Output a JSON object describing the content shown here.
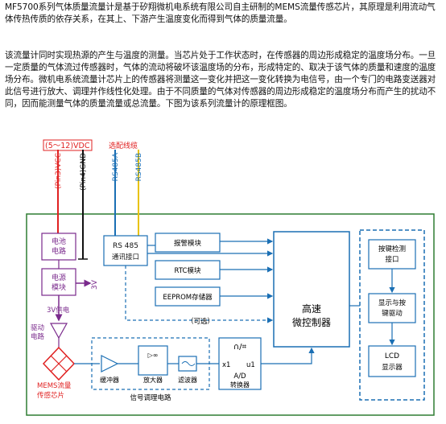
{
  "text": {
    "para1": "MF5700系列气体质量流量计是基于矽翔微机电系统有限公司自主研制的MEMS流量传感芯片，其原理是利用流动气体传热传质的依存关系，在其上、下游产生温度变化而得到气体的质量流量。",
    "para2": "该流量计同时实现热源的产生与温度的测量。当芯片处于工作状态时，在传感器的周边形成稳定的温度场分布。一旦一定质量的气体流过传感器时，气体的流动将破坏该温度场的分布，形成特定的、取决于该气体的质量和速度的温度场分布。微机电系统流量计芯片上的传感器将测量这一变化并把这一变化转换为电信号，由一个专门的电路变送器对此信号进行放大、调理并作线性化处理。由于不同质量的气体对传感器的周边形成稳定的温度场分布而产生的扰动不同，因而能测量气体的质量流量或总流量。下图为该系列流量计的原理框图。"
  },
  "diagram": {
    "power_label": "(5～12)VDC",
    "cable_label": "选配线缆",
    "wires": [
      "(Pin3)VCC",
      "(Pin4)GND",
      "RS485A",
      "RS485B"
    ],
    "battery": "电池电路",
    "power_module": "电源模块",
    "v3": "3V",
    "v3_supply": "3V供电",
    "drive": "驱动电路",
    "mems": "MEMS流量传感芯片",
    "rs485": "RS 485",
    "rs485_sub": "通讯接口",
    "alarm": "报警模块",
    "rtc": "RTC模块",
    "eeprom": "EEPROM存储器",
    "optional": "（可选）",
    "mcu1": "高速",
    "mcu2": "微控制器",
    "key1": "按键检测",
    "key2": "接口",
    "disp1": "显示与按",
    "disp2": "键驱动",
    "lcd1": "LCD",
    "lcd2": "显示器",
    "buffer": "缓冲器",
    "amp": "放大器",
    "filter": "滤波器",
    "ad1": "A/D",
    "ad2": "转换器",
    "x1": "x1",
    "u1": "u1",
    "sig": "信号调理电路",
    "amp_sym": "▷∞",
    "ad_sym": "∩/⌗"
  },
  "colors": {
    "purple": "#7a2a8c",
    "red": "#e02020",
    "green": "#2f7d32",
    "blue": "#1a6fb4",
    "pink": "#e02050"
  }
}
